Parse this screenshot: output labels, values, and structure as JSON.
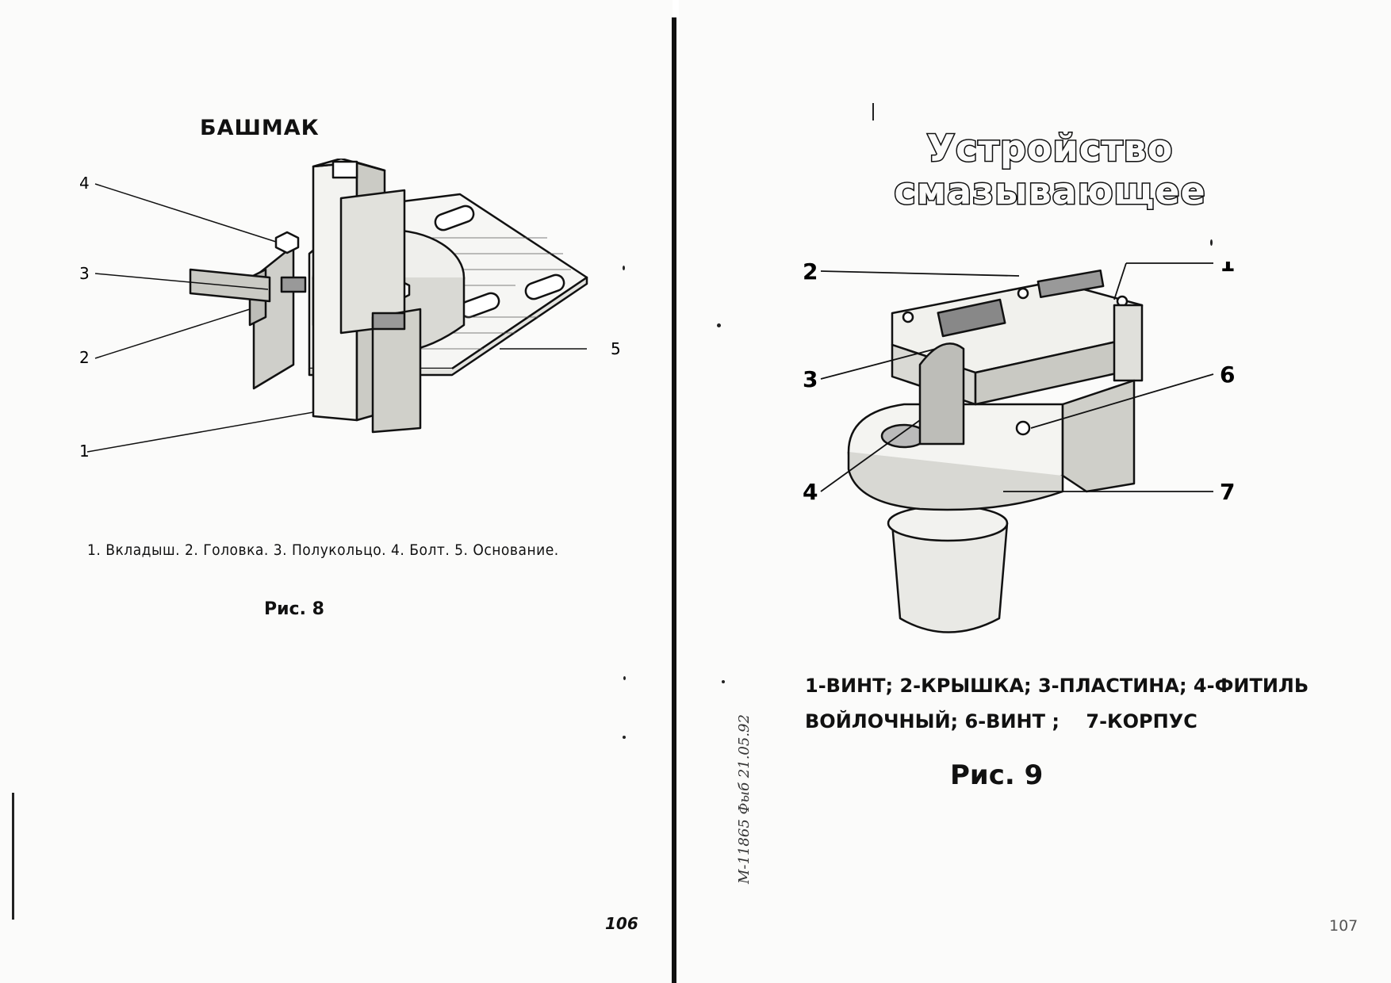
{
  "left_page": {
    "title": "БАШМАК",
    "callouts": [
      "1",
      "2",
      "3",
      "4",
      "5"
    ],
    "caption": "1. Вкладыш. 2. Головка. 3. Полукольцо. 4. Болт. 5. Основание.",
    "figure_label": "Рис. 8",
    "page_number": "106"
  },
  "right_page": {
    "title_line1": "Устройство",
    "title_line2": "смазывающее",
    "callouts": [
      "1",
      "2",
      "3",
      "4",
      "6",
      "7"
    ],
    "caption_line1": "1-ВИНТ; 2-КРЫШКА; 3-ПЛАСТИНА; 4-ФИТИЛЬ",
    "caption_line2": "ВОЙЛОЧНЫЙ; 6-ВИНТ ;    7-КОРПУС",
    "figure_label": "Рис. 9",
    "stamp": "М-11865 Фыб 21.05.92",
    "page_number": "107"
  }
}
